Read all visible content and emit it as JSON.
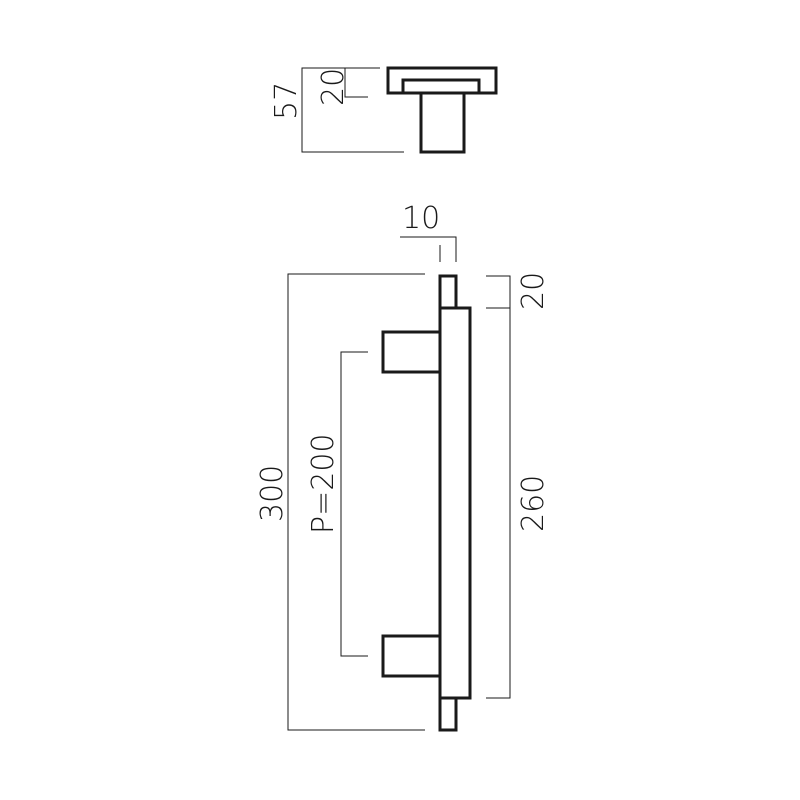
{
  "dimensions": {
    "top_view_height": "57",
    "top_view_plate": "20",
    "bar_width": "10",
    "bar_end_offset": "20",
    "total_length": "300",
    "pitch": "P=200",
    "post_span": "260"
  },
  "colors": {
    "line": "#1a1a1a",
    "background": "#ffffff"
  }
}
